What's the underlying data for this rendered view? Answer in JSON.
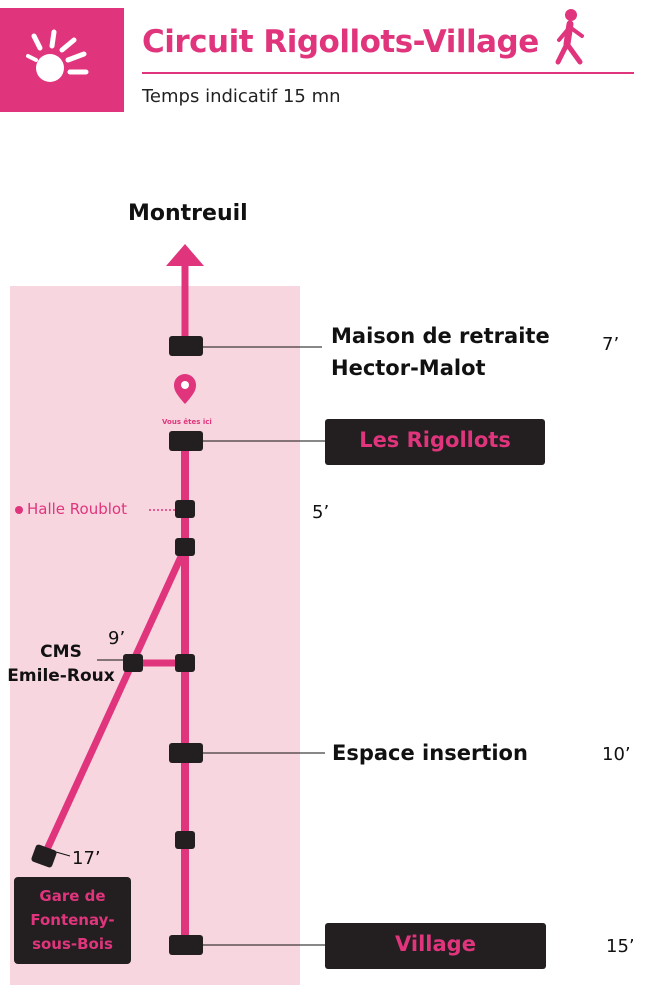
{
  "header": {
    "title": "Circuit Rigollots-Village",
    "subtitle": "Temps indicatif 15 mn",
    "accent_color": "#e0357c",
    "logo_icon": "sun-icon",
    "walker_icon": "walking-person-icon"
  },
  "map": {
    "destination": "Montreuil",
    "you_are_here": "Vous êtes ici",
    "stops": [
      {
        "line1": "Maison de retraite",
        "line2": "Hector-Malot",
        "time": "7’"
      },
      {
        "label": "Les Rigollots",
        "highlight": true
      },
      {
        "label": "Halle Roublot",
        "time": "5’"
      },
      {
        "label": "CMS",
        "line2": "Emile-Roux",
        "time": "9’"
      },
      {
        "label": "Espace insertion",
        "time": "10’"
      },
      {
        "label": "Village",
        "highlight": true,
        "time": "15’"
      },
      {
        "line1": "Gare de",
        "line2": "Fontenay-",
        "line3": "sous-Bois",
        "time": "17’"
      }
    ],
    "colors": {
      "route": "#e0357c",
      "zone": "#f7d6e0",
      "box": "#231f20"
    }
  }
}
